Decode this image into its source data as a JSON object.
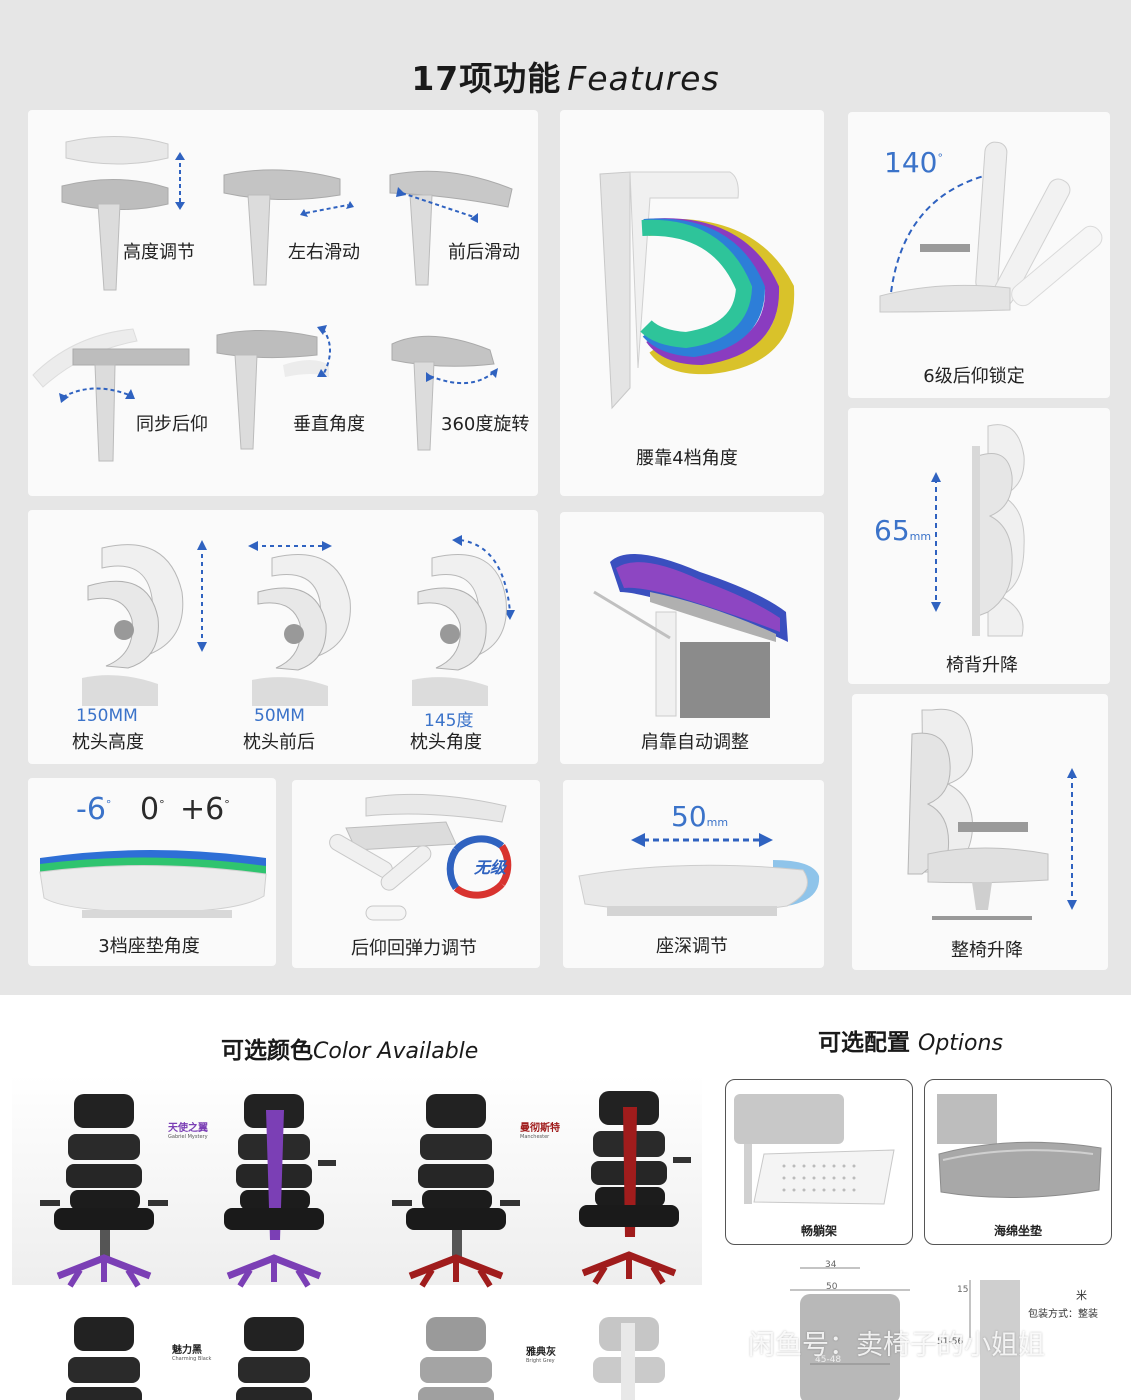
{
  "header": {
    "title_cn": "17项功能",
    "title_en": "Features"
  },
  "armrest": {
    "labels": [
      "高度调节",
      "左右滑动",
      "前后滑动",
      "同步后仰",
      "垂直角度",
      "360度旋转"
    ]
  },
  "lumbar": {
    "label": "腰靠4档角度"
  },
  "recline": {
    "angle": "140",
    "unit": "°",
    "label": "6级后仰锁定"
  },
  "backrest_lift": {
    "value": "65",
    "unit": "mm",
    "label": "椅背升降"
  },
  "headrest": {
    "items": [
      {
        "value": "150MM",
        "label": "枕头高度"
      },
      {
        "value": "50MM",
        "label": "枕头前后"
      },
      {
        "value": "145度",
        "label": "枕头角度"
      }
    ]
  },
  "shoulder": {
    "label": "肩靠自动调整"
  },
  "seat_angle": {
    "neg": "-6",
    "zero": "0",
    "pos": "+6",
    "unit": "°",
    "label": "3档座垫角度"
  },
  "tension": {
    "badge": "无级",
    "label": "后仰回弹力调节"
  },
  "seat_depth": {
    "value": "50",
    "unit": "mm",
    "label": "座深调节"
  },
  "chair_lift": {
    "label": "整椅升降"
  },
  "colors": {
    "title_cn": "可选颜色",
    "title_en": "Color Available",
    "items": [
      {
        "name": "天使之翼",
        "sub": "Gabriel Mystery",
        "accent": "#7b3fb5"
      },
      {
        "name": "曼彻斯特",
        "sub": "Manchester",
        "accent": "#a01c1c"
      },
      {
        "name": "魅力黑",
        "sub": "Charming Black",
        "accent": "#222222"
      },
      {
        "name": "雅典灰",
        "sub": "Bright Grey",
        "accent": "#9a9a9a"
      }
    ]
  },
  "options": {
    "title_cn": "可选配置",
    "title_en": "Options",
    "items": [
      {
        "label": "畅躺架"
      },
      {
        "label": "海绵坐垫"
      }
    ],
    "dims": {
      "a": "34",
      "b": "50",
      "c": "45-48",
      "d": "15",
      "e": "51-56"
    },
    "pack": "包装方式：整装",
    "mi": "米"
  },
  "watermark": {
    "text": "闲鱼号：卖椅子的小姐姐"
  }
}
